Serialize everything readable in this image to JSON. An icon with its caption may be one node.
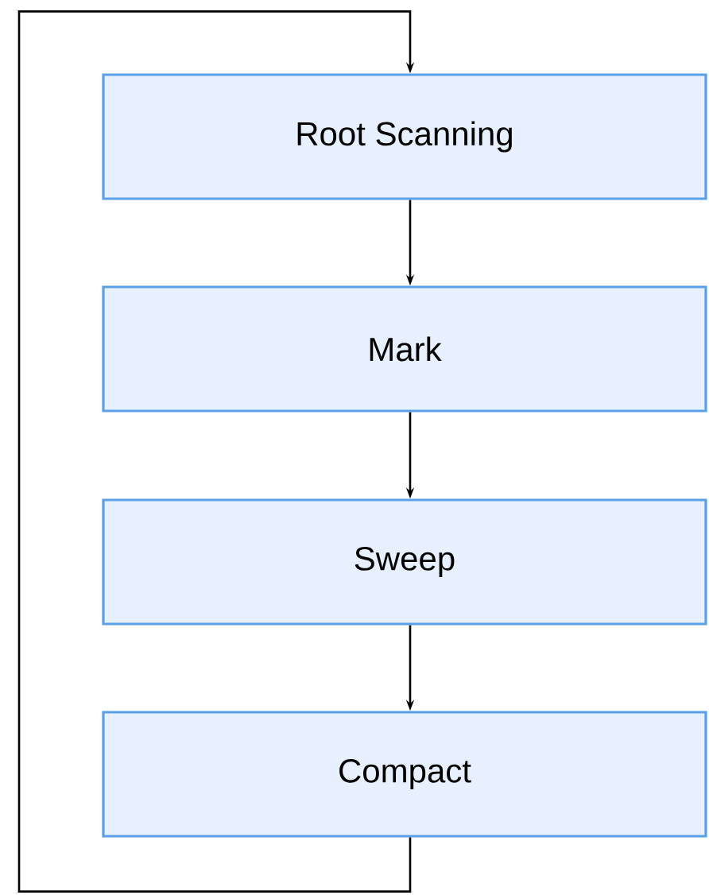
{
  "diagram": {
    "nodes": [
      {
        "text": [
          "Root Scanning"
        ]
      },
      {
        "text": [
          "Mark"
        ]
      },
      {
        "text": [
          "Sweep"
        ]
      },
      {
        "text": [
          "Compact"
        ]
      }
    ],
    "edges": [
      {
        "from": 0,
        "to": 1,
        "arrow": "to"
      },
      {
        "from": 1,
        "to": 2,
        "arrow": "to"
      },
      {
        "from": 2,
        "to": 3,
        "arrow": "to"
      },
      {
        "from": 3,
        "to": 0,
        "arrow": "to"
      }
    ]
  }
}
